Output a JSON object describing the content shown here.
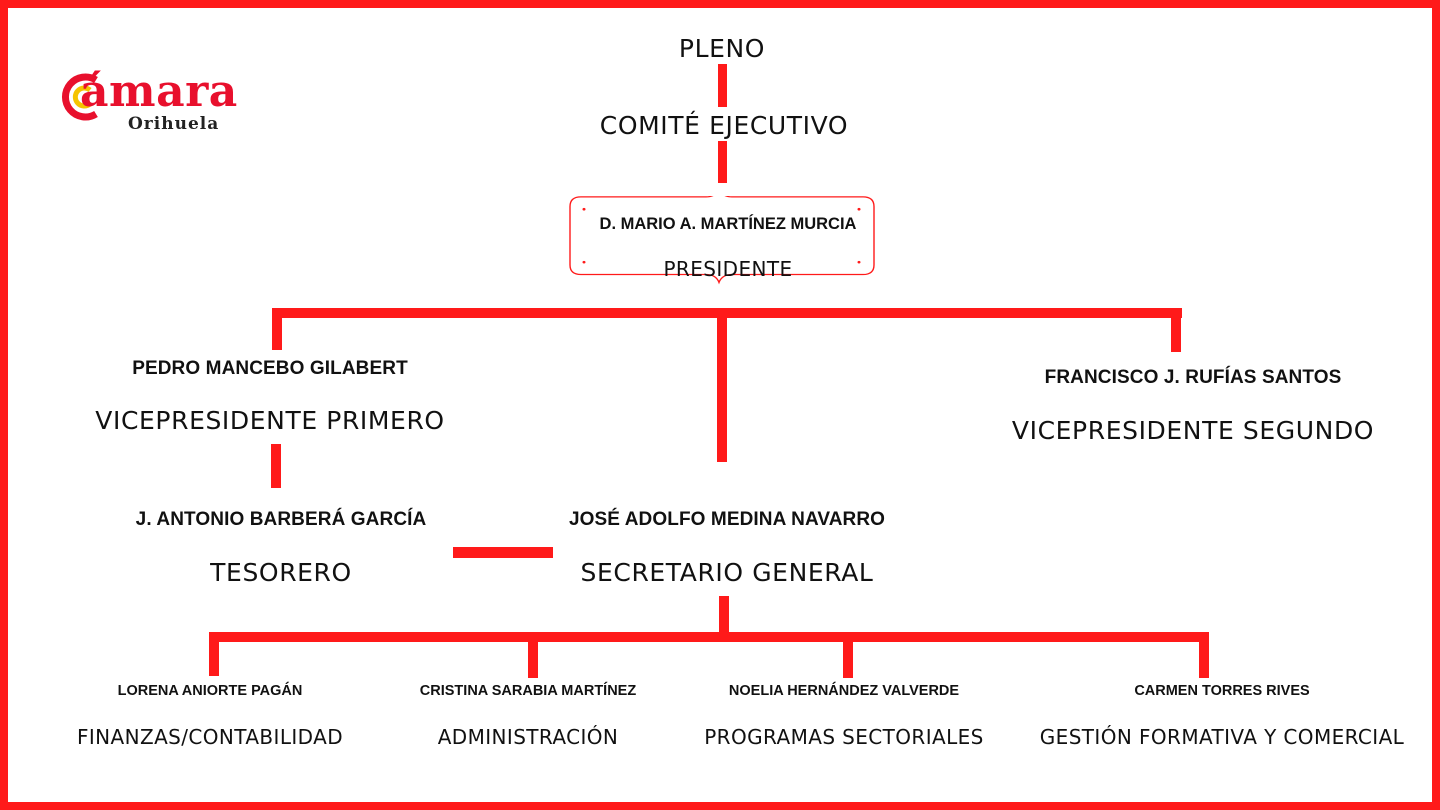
{
  "colors": {
    "accent": "#ff1a1a",
    "logo_red": "#e8102d",
    "logo_yellow": "#f5c400"
  },
  "logo": {
    "word": "ámara",
    "sub": "Orihuela",
    "icon": "camara-c-logo-icon"
  },
  "pleno": "PLENO",
  "comite": "COMITÉ EJECUTIVO",
  "presidente": {
    "name": "D. MARIO A. MARTÍNEZ MURCIA",
    "role": "PRESIDENTE"
  },
  "vp1": {
    "name": "PEDRO MANCEBO GILABERT",
    "role": "VICEPRESIDENTE PRIMERO"
  },
  "vp2": {
    "name": "FRANCISCO J. RUFÍAS SANTOS",
    "role": "VICEPRESIDENTE SEGUNDO"
  },
  "tesorero": {
    "name": "J. ANTONIO BARBERÁ GARCÍA",
    "role": "TESORERO"
  },
  "secretario": {
    "name": "JOSÉ ADOLFO MEDINA NAVARRO",
    "role": "SECRETARIO GENERAL"
  },
  "staff": [
    {
      "name": "LORENA ANIORTE PAGÁN",
      "role": "FINANZAS/CONTABILIDAD"
    },
    {
      "name": "CRISTINA SARABIA MARTÍNEZ",
      "role": "ADMINISTRACIÓN"
    },
    {
      "name": "NOELIA HERNÁNDEZ VALVERDE",
      "role": "PROGRAMAS SECTORIALES"
    },
    {
      "name": "CARMEN TORRES RIVES",
      "role": "GESTIÓN FORMATIVA Y COMERCIAL"
    }
  ]
}
